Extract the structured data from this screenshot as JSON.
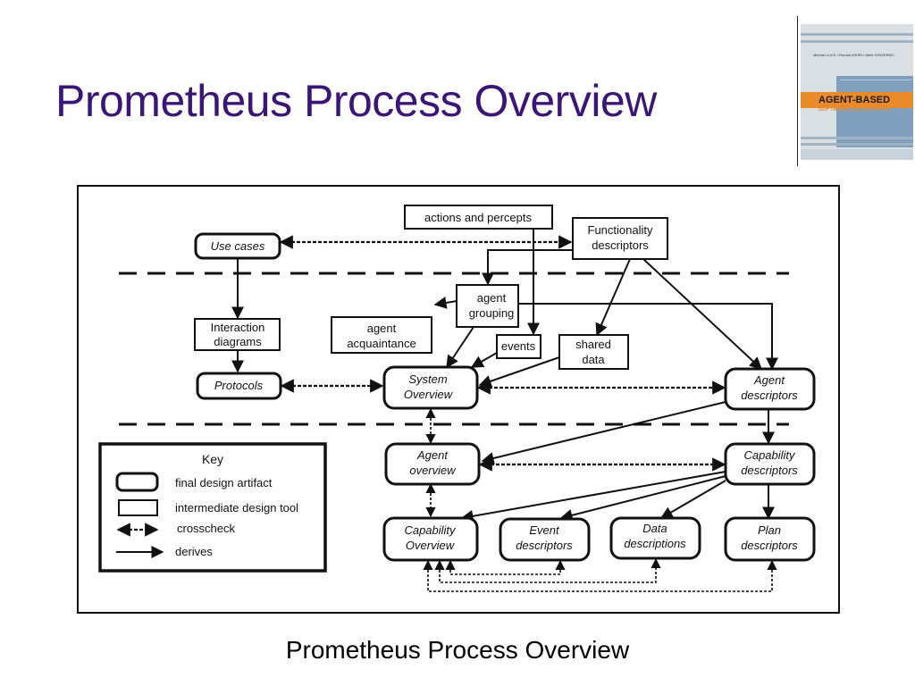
{
  "title": "Prometheus Process Overview",
  "caption": "Prometheus Process Overview",
  "book_cover": {
    "authors": "Michael LUCK • Ronald ASHRI • Mark D'INVERNO",
    "title": "AGENT-BASED",
    "subtitle": "SOFTWARE DEVELOPMENT"
  },
  "diagram": {
    "nodes": {
      "actions_percepts": [
        "actions and percepts"
      ],
      "functionality": [
        "Functionality",
        "descriptors"
      ],
      "use_cases": [
        "Use cases"
      ],
      "agent_grouping": [
        "agent",
        "grouping"
      ],
      "agent_acquaintance": [
        "agent",
        "acquaintance"
      ],
      "interaction": [
        "Interaction",
        "diagrams"
      ],
      "events": [
        "events"
      ],
      "shared_data": [
        "shared",
        "data"
      ],
      "protocols": [
        "Protocols"
      ],
      "system_overview": [
        "System",
        "Overview"
      ],
      "agent_descriptors": [
        "Agent",
        "descriptors"
      ],
      "agent_overview": [
        "Agent",
        "overview"
      ],
      "capability_descriptors": [
        "Capability",
        "descriptors"
      ],
      "capability_overview": [
        "Capability",
        "Overview"
      ],
      "event_descriptors": [
        "Event",
        "descriptors"
      ],
      "data_descriptions": [
        "Data",
        "descriptions"
      ],
      "plan_descriptors": [
        "Plan",
        "descriptors"
      ]
    },
    "key": {
      "title": "Key",
      "final": "final design artifact",
      "intermediate": "intermediate design tool",
      "crosscheck": "crosscheck",
      "derives": "derives"
    }
  }
}
